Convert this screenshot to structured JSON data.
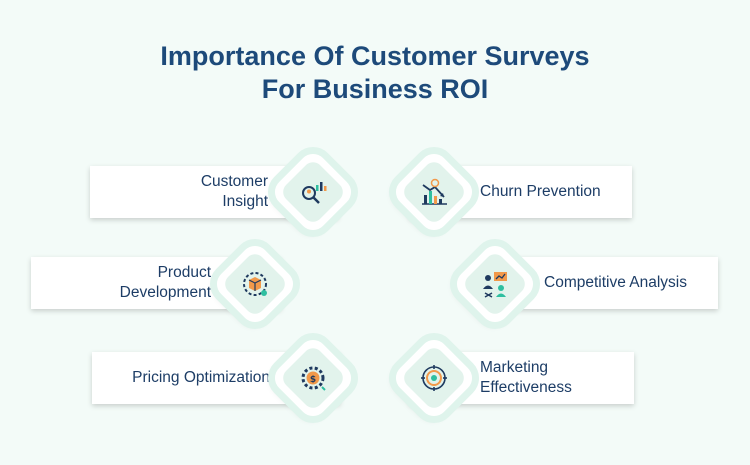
{
  "title": {
    "line1": "Importance Of Customer Surveys",
    "line2": "For Business ROI"
  },
  "items": [
    {
      "lines": [
        "Customer",
        "Insight"
      ],
      "icon": "customer-insight-icon"
    },
    {
      "lines": [
        "Churn Prevention"
      ],
      "icon": "churn-prevention-icon"
    },
    {
      "lines": [
        "Product",
        "Development"
      ],
      "icon": "product-development-icon"
    },
    {
      "lines": [
        "Competitive Analysis"
      ],
      "icon": "competitive-analysis-icon"
    },
    {
      "lines": [
        "Pricing Optimization"
      ],
      "icon": "pricing-optimization-icon"
    },
    {
      "lines": [
        "Marketing",
        "Effectiveness"
      ],
      "icon": "marketing-effectiveness-icon"
    }
  ],
  "colors": {
    "title": "#1d4a7a",
    "text": "#1d3d66",
    "background": "#f3fbf8",
    "diamond_ring": "#dff4ec",
    "icon_navy": "#1f3a5f",
    "icon_orange": "#f2994a",
    "icon_teal": "#2fbfa0"
  }
}
